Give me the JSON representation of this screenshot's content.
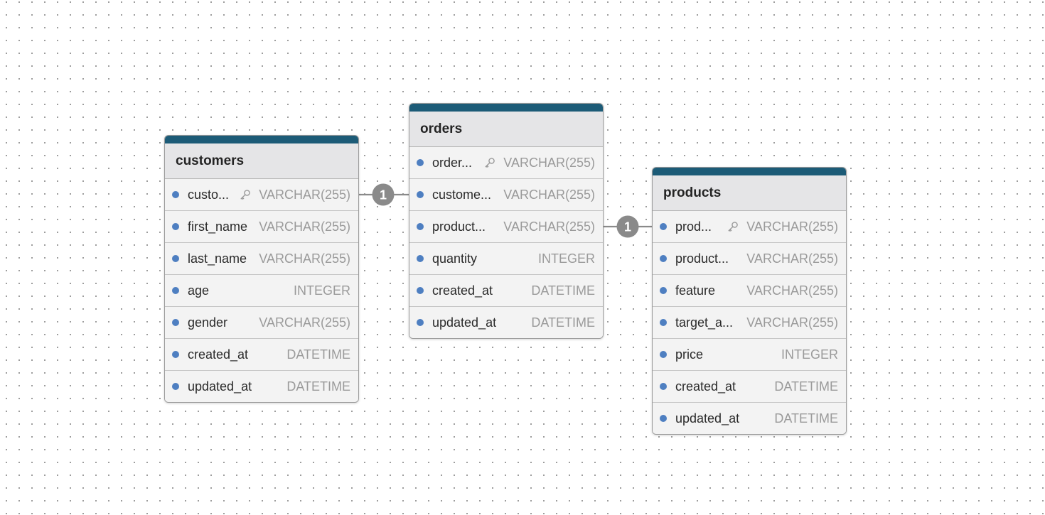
{
  "diagram": {
    "colors": {
      "header_bar": "#1c5b77",
      "column_dot": "#4e7fc1",
      "relation_line": "#8a8a8a",
      "relation_badge": "#8a8a8a"
    },
    "tables": [
      {
        "id": "customers",
        "name": "customers",
        "columns": [
          {
            "name": "custo...",
            "type": "VARCHAR(255)",
            "primary_key": true
          },
          {
            "name": "first_name",
            "type": "VARCHAR(255)",
            "primary_key": false
          },
          {
            "name": "last_name",
            "type": "VARCHAR(255)",
            "primary_key": false
          },
          {
            "name": "age",
            "type": "INTEGER",
            "primary_key": false
          },
          {
            "name": "gender",
            "type": "VARCHAR(255)",
            "primary_key": false
          },
          {
            "name": "created_at",
            "type": "DATETIME",
            "primary_key": false
          },
          {
            "name": "updated_at",
            "type": "DATETIME",
            "primary_key": false
          }
        ]
      },
      {
        "id": "orders",
        "name": "orders",
        "columns": [
          {
            "name": "order...",
            "type": "VARCHAR(255)",
            "primary_key": true
          },
          {
            "name": "custome...",
            "type": "VARCHAR(255)",
            "primary_key": false
          },
          {
            "name": "product...",
            "type": "VARCHAR(255)",
            "primary_key": false
          },
          {
            "name": "quantity",
            "type": "INTEGER",
            "primary_key": false
          },
          {
            "name": "created_at",
            "type": "DATETIME",
            "primary_key": false
          },
          {
            "name": "updated_at",
            "type": "DATETIME",
            "primary_key": false
          }
        ]
      },
      {
        "id": "products",
        "name": "products",
        "columns": [
          {
            "name": "prod...",
            "type": "VARCHAR(255)",
            "primary_key": true
          },
          {
            "name": "product...",
            "type": "VARCHAR(255)",
            "primary_key": false
          },
          {
            "name": "feature",
            "type": "VARCHAR(255)",
            "primary_key": false
          },
          {
            "name": "target_a...",
            "type": "VARCHAR(255)",
            "primary_key": false
          },
          {
            "name": "price",
            "type": "INTEGER",
            "primary_key": false
          },
          {
            "name": "created_at",
            "type": "DATETIME",
            "primary_key": false
          },
          {
            "name": "updated_at",
            "type": "DATETIME",
            "primary_key": false
          }
        ]
      }
    ],
    "relations": [
      {
        "from_table": "customers",
        "from_column": 0,
        "to_table": "orders",
        "to_column": 1,
        "label": "1"
      },
      {
        "from_table": "orders",
        "from_column": 2,
        "to_table": "products",
        "to_column": 0,
        "label": "1"
      }
    ]
  }
}
